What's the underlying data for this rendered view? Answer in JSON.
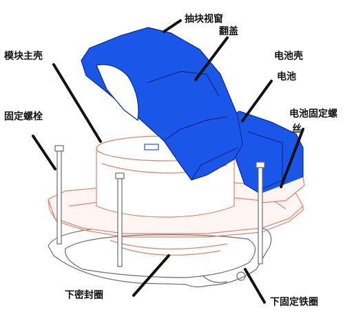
{
  "labels": {
    "window_view": "抽块视窗",
    "flip_cover": "翻盖",
    "module_housing": "模块主壳",
    "battery_shell": "电池壳",
    "battery": "电池",
    "fixing_bolt": "固定螺栓",
    "battery_screw_a": "电池固定螺",
    "battery_screw_b": "丝",
    "lower_seal": "下密封圈",
    "lower_iron_ring": "下固定铁圈"
  },
  "colors": {
    "blue_part": "#1a56e8",
    "blue_edge": "#0b2a8a",
    "housing_edge": "#e0816a",
    "outline": "#6a6a6a",
    "leader": "#111111"
  }
}
